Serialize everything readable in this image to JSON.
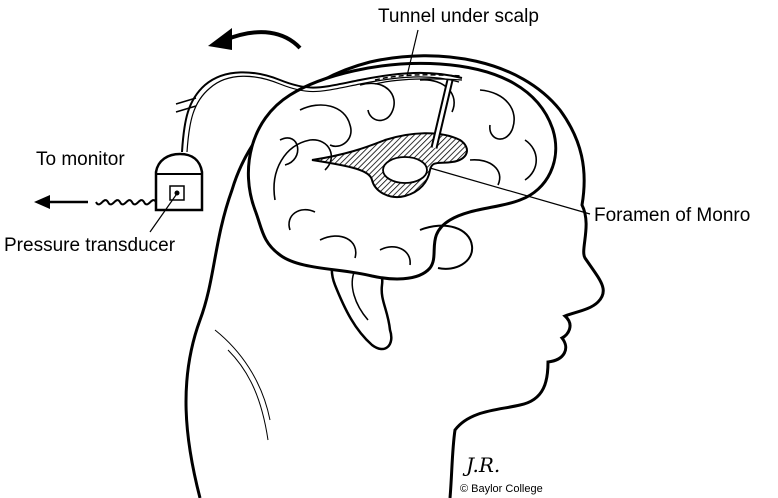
{
  "labels": {
    "tunnel": "Tunnel under scalp",
    "to_monitor": "To monitor",
    "pressure_transducer": "Pressure transducer",
    "foramen": "Foramen of Monro",
    "copyright": "© Baylor College",
    "initials": "J.R."
  },
  "colors": {
    "ink": "#000000",
    "background": "#ffffff"
  }
}
